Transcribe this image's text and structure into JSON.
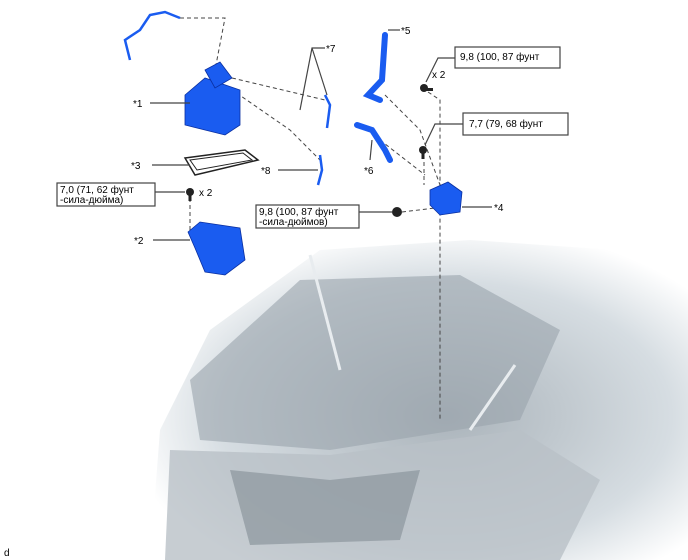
{
  "callouts": {
    "p1": "*1",
    "p2": "*2",
    "p3": "*3",
    "p4": "*4",
    "p5": "*5",
    "p6": "*6",
    "p7": "*7",
    "p8": "*8"
  },
  "torque": {
    "t1": {
      "line1": "9,8 (100, 87 фунт",
      "qty": "x 2"
    },
    "t2": {
      "line1": "7,7 (79, 68 фунт"
    },
    "t3": {
      "line1": "7,0 (71, 62 фунт",
      "line2": "-сила-дюйма)",
      "qty": "x 2"
    },
    "t4": {
      "line1": "9,8 (100, 87 фунт",
      "line2": "-сила-дюймов)"
    }
  },
  "corner_mark": "d",
  "colors": {
    "part": "#1a5cf0",
    "vehicle": "#c8ced3"
  }
}
